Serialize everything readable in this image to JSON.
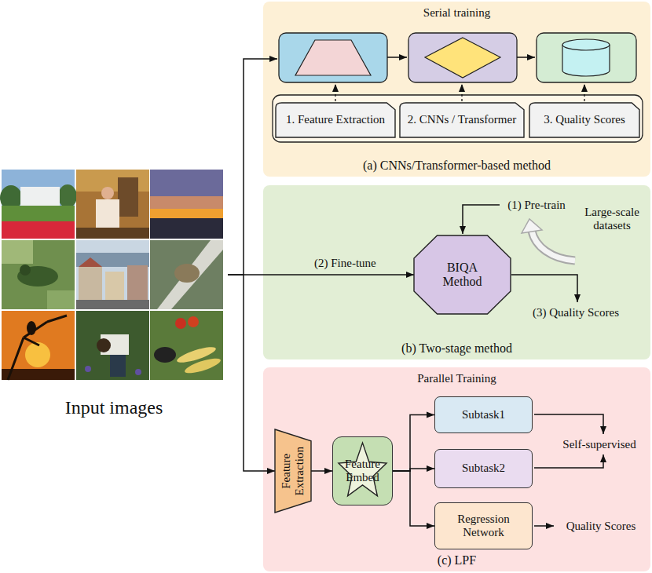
{
  "diagram": {
    "nodes": [
      {
        "text": [
          "Input images"
        ]
      },
      {
        "text": [
          "Serial training",
          "(a) CNNs/Transformer-based method"
        ]
      },
      {
        "text": [
          "1. Feature Extraction"
        ],
        "in": 1
      },
      {
        "text": [
          "2. CNNs / Transformer"
        ],
        "in": 1
      },
      {
        "text": [
          "3. Quality Scores"
        ],
        "in": 1
      },
      {
        "text": [
          "(b) Two-stage method"
        ]
      },
      {
        "text": [
          "BIQA Method"
        ],
        "in": 5
      },
      {
        "text": [
          "Parallel Training",
          "(c) LPF"
        ]
      },
      {
        "text": [
          "Feature Extraction"
        ],
        "in": 7
      },
      {
        "text": [
          "Feature Embed"
        ],
        "in": 7
      },
      {
        "text": [
          "Subtask1"
        ],
        "in": 7
      },
      {
        "text": [
          "Subtask2"
        ],
        "in": 7
      },
      {
        "text": [
          "Regression Network"
        ],
        "in": 7
      }
    ],
    "edges": [
      {
        "from": 0,
        "to": 6,
        "label": "(2) Fine-tune",
        "arrow": "to"
      },
      {
        "from": 0,
        "to": 8,
        "arrow": "to"
      },
      {
        "from": 8,
        "to": 9,
        "arrow": "to"
      },
      {
        "from": 9,
        "to": 10,
        "arrow": "to"
      },
      {
        "from": 9,
        "to": 11,
        "arrow": "to"
      },
      {
        "from": 9,
        "to": 12,
        "arrow": "to"
      }
    ],
    "labels": [
      "(1) Pre-train",
      "Large-scale datasets",
      "(3) Quality Scores",
      "Self-supervised",
      "Quality Scores"
    ]
  }
}
